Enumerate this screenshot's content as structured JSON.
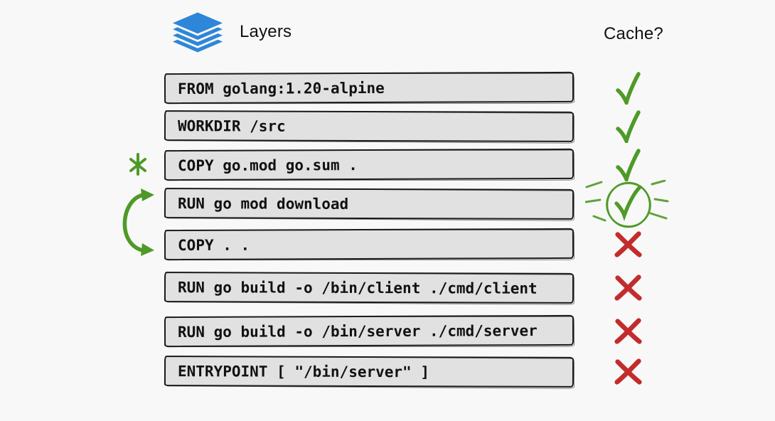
{
  "header": {
    "layers_label": "Layers",
    "cache_label": "Cache?"
  },
  "colors": {
    "green": "#4e9a28",
    "red": "#c32c2c",
    "blue": "#2e86d8",
    "box-fill": "#e1e1e1",
    "box-border": "#1b1b1b",
    "background": "#f8f8f8",
    "text": "#111111"
  },
  "icons": {
    "layers": "layers-stack-icon",
    "cache_hit": "green-check-icon",
    "cache_miss": "red-cross-icon",
    "cache_hit_highlighted": "circled-check-rays-icon",
    "asterisk": "asterisk-icon",
    "swap": "curved-swap-arrow-icon"
  },
  "rows": [
    {
      "command": "FROM golang:1.20-alpine",
      "cache": "hit"
    },
    {
      "command": "WORKDIR /src",
      "cache": "hit"
    },
    {
      "command": "COPY go.mod go.sum .",
      "cache": "hit",
      "annotation": "asterisk"
    },
    {
      "command": "RUN go mod download",
      "cache": "hit",
      "highlighted": true
    },
    {
      "command": "COPY . .",
      "cache": "miss"
    },
    {
      "command": "RUN go build -o /bin/client ./cmd/client",
      "cache": "miss"
    },
    {
      "command": "RUN go build -o /bin/server ./cmd/server",
      "cache": "miss"
    },
    {
      "command": "ENTRYPOINT [ \"/bin/server\" ]",
      "cache": "miss"
    }
  ],
  "annotations": {
    "swap_arrow_between": [
      "RUN go mod download",
      "COPY . ."
    ]
  }
}
